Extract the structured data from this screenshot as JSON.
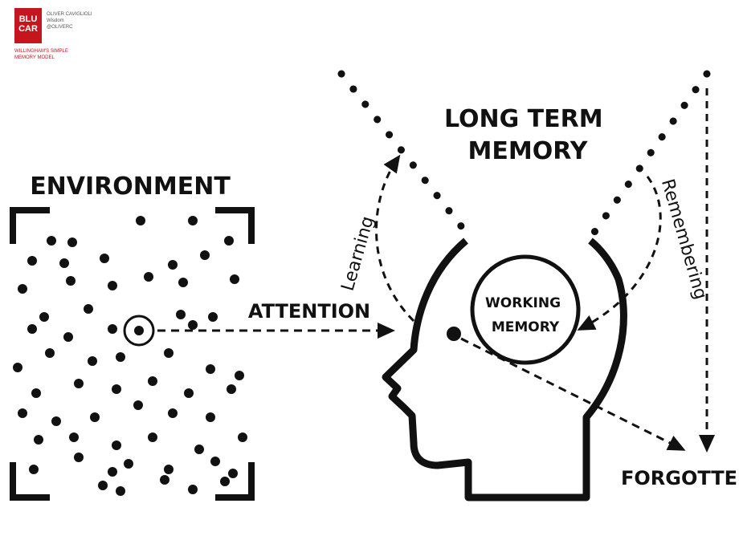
{
  "brand": {
    "logo_text": "BLU CAR",
    "lines": [
      "OLIVER CAVIGLIOLI",
      "Wisdom",
      "@OLIVERC"
    ],
    "caption_lines": [
      "WILLINGHAM'S SIMPLE",
      "MEMORY MODEL"
    ]
  },
  "labels": {
    "environment": "ENVIRONMENT",
    "long_term_line1": "LONG TERM",
    "long_term_line2": "MEMORY",
    "attention": "ATTENTION",
    "learning": "Learning",
    "remembering": "Remembering",
    "working_line1": "WORKING",
    "working_line2": "MEMORY",
    "forgotten": "FORGOTTE"
  },
  "colors": {
    "ink": "#111111",
    "brand": "#c4161c"
  }
}
